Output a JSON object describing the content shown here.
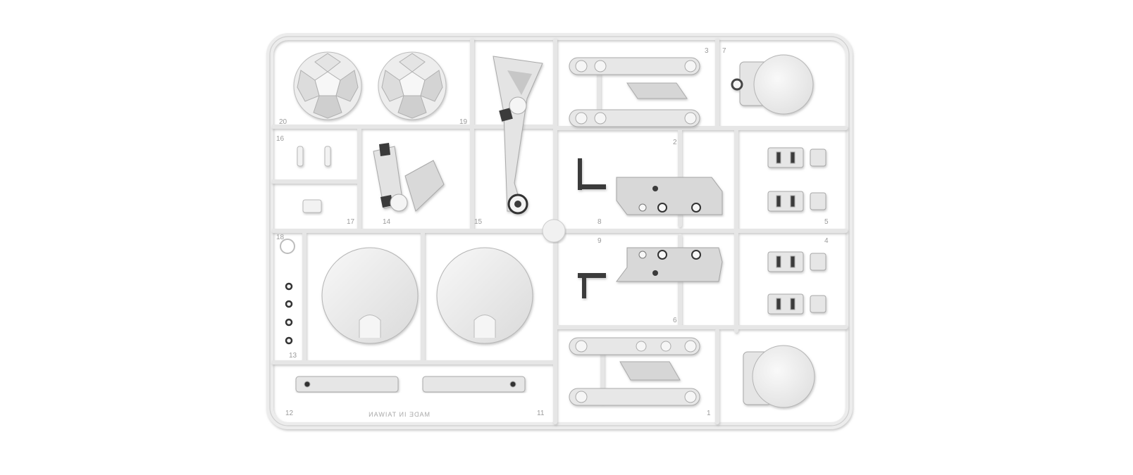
{
  "image": {
    "subject": "white plastic model-kit sprue (parts tree)",
    "background_color": "#ffffff",
    "plastic_color": "#eeeeee",
    "shadow_color": "#b5b5b5",
    "dark_detail_color": "#3a3a3a"
  },
  "part_numbers": {
    "p1": "1",
    "p2": "2",
    "p3": "3",
    "p4": "4",
    "p5": "5",
    "p6": "6",
    "p7": "7",
    "p8": "8",
    "p9": "9",
    "p11": "11",
    "p12": "12",
    "p13": "13",
    "p14": "14",
    "p15": "15",
    "p16": "16",
    "p17": "17",
    "p18": "18",
    "p19": "19",
    "p20": "20"
  },
  "stamp_text": "MADE IN TAIWAN"
}
